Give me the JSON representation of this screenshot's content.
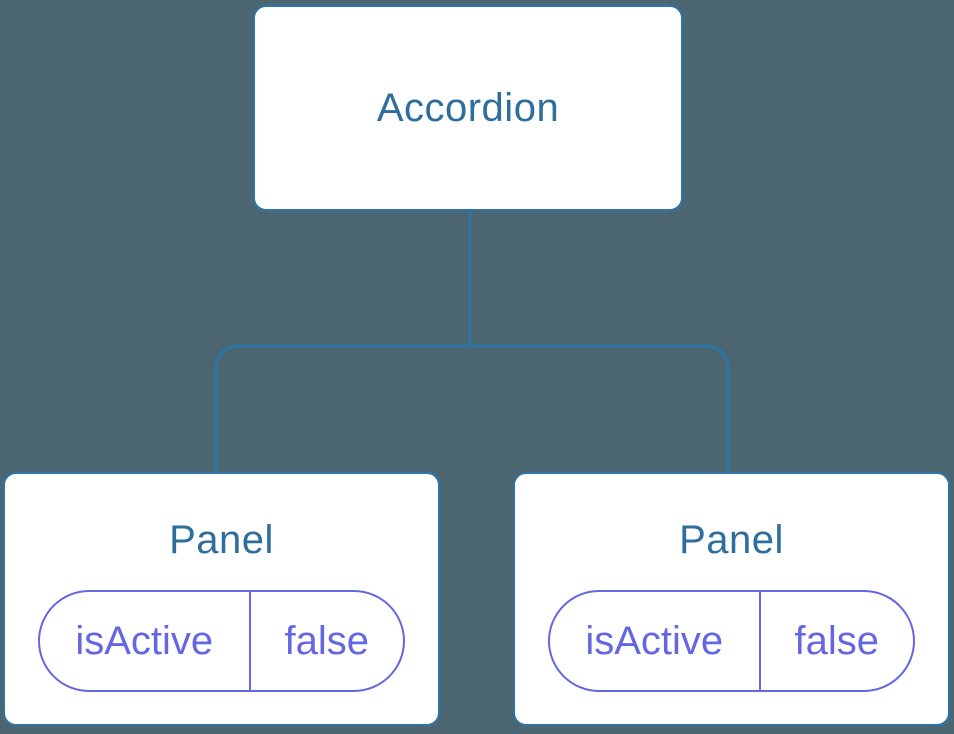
{
  "diagram": {
    "kind": "component-tree",
    "root": {
      "label": "Accordion"
    },
    "children": [
      {
        "label": "Panel",
        "props": [
          {
            "name": "isActive",
            "value": "false"
          }
        ]
      },
      {
        "label": "Panel",
        "props": [
          {
            "name": "isActive",
            "value": "false"
          }
        ]
      }
    ]
  },
  "colors": {
    "background": "#4C6671",
    "line": "#2E74A8",
    "node_bg": "#FFFFFF",
    "node_text": "#2D6E9D",
    "prop": "#6467E2"
  }
}
